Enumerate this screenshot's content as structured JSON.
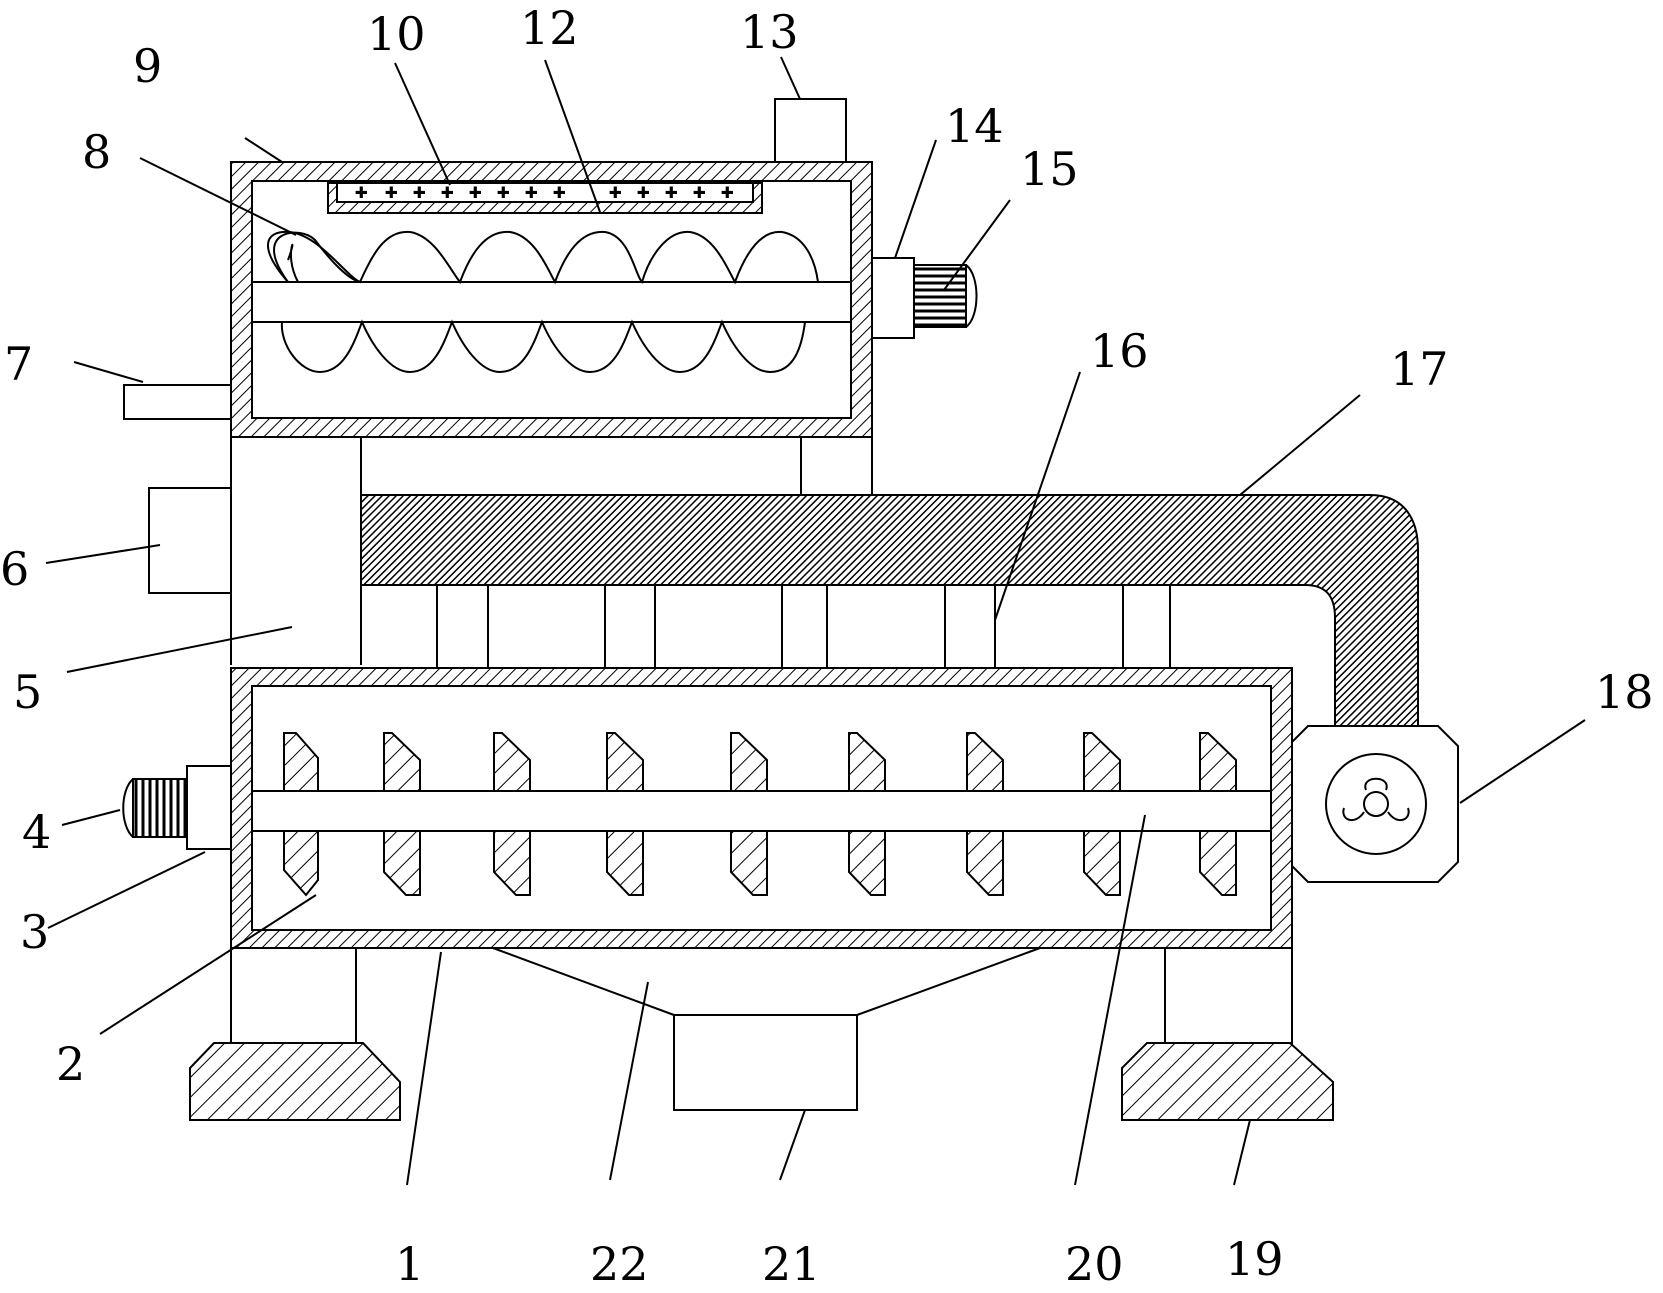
{
  "labels": {
    "l1": "1",
    "l2": "2",
    "l3": "3",
    "l4": "4",
    "l5": "5",
    "l6": "6",
    "l7": "7",
    "l8": "8",
    "l9": "9",
    "l10": "10",
    "l12": "12",
    "l13": "13",
    "l14": "14",
    "l15": "15",
    "l16": "16",
    "l17": "17",
    "l18": "18",
    "l19": "19",
    "l20": "20",
    "l21": "21",
    "l22": "22"
  },
  "colors": {
    "line": "#000000",
    "background": "#ffffff"
  }
}
